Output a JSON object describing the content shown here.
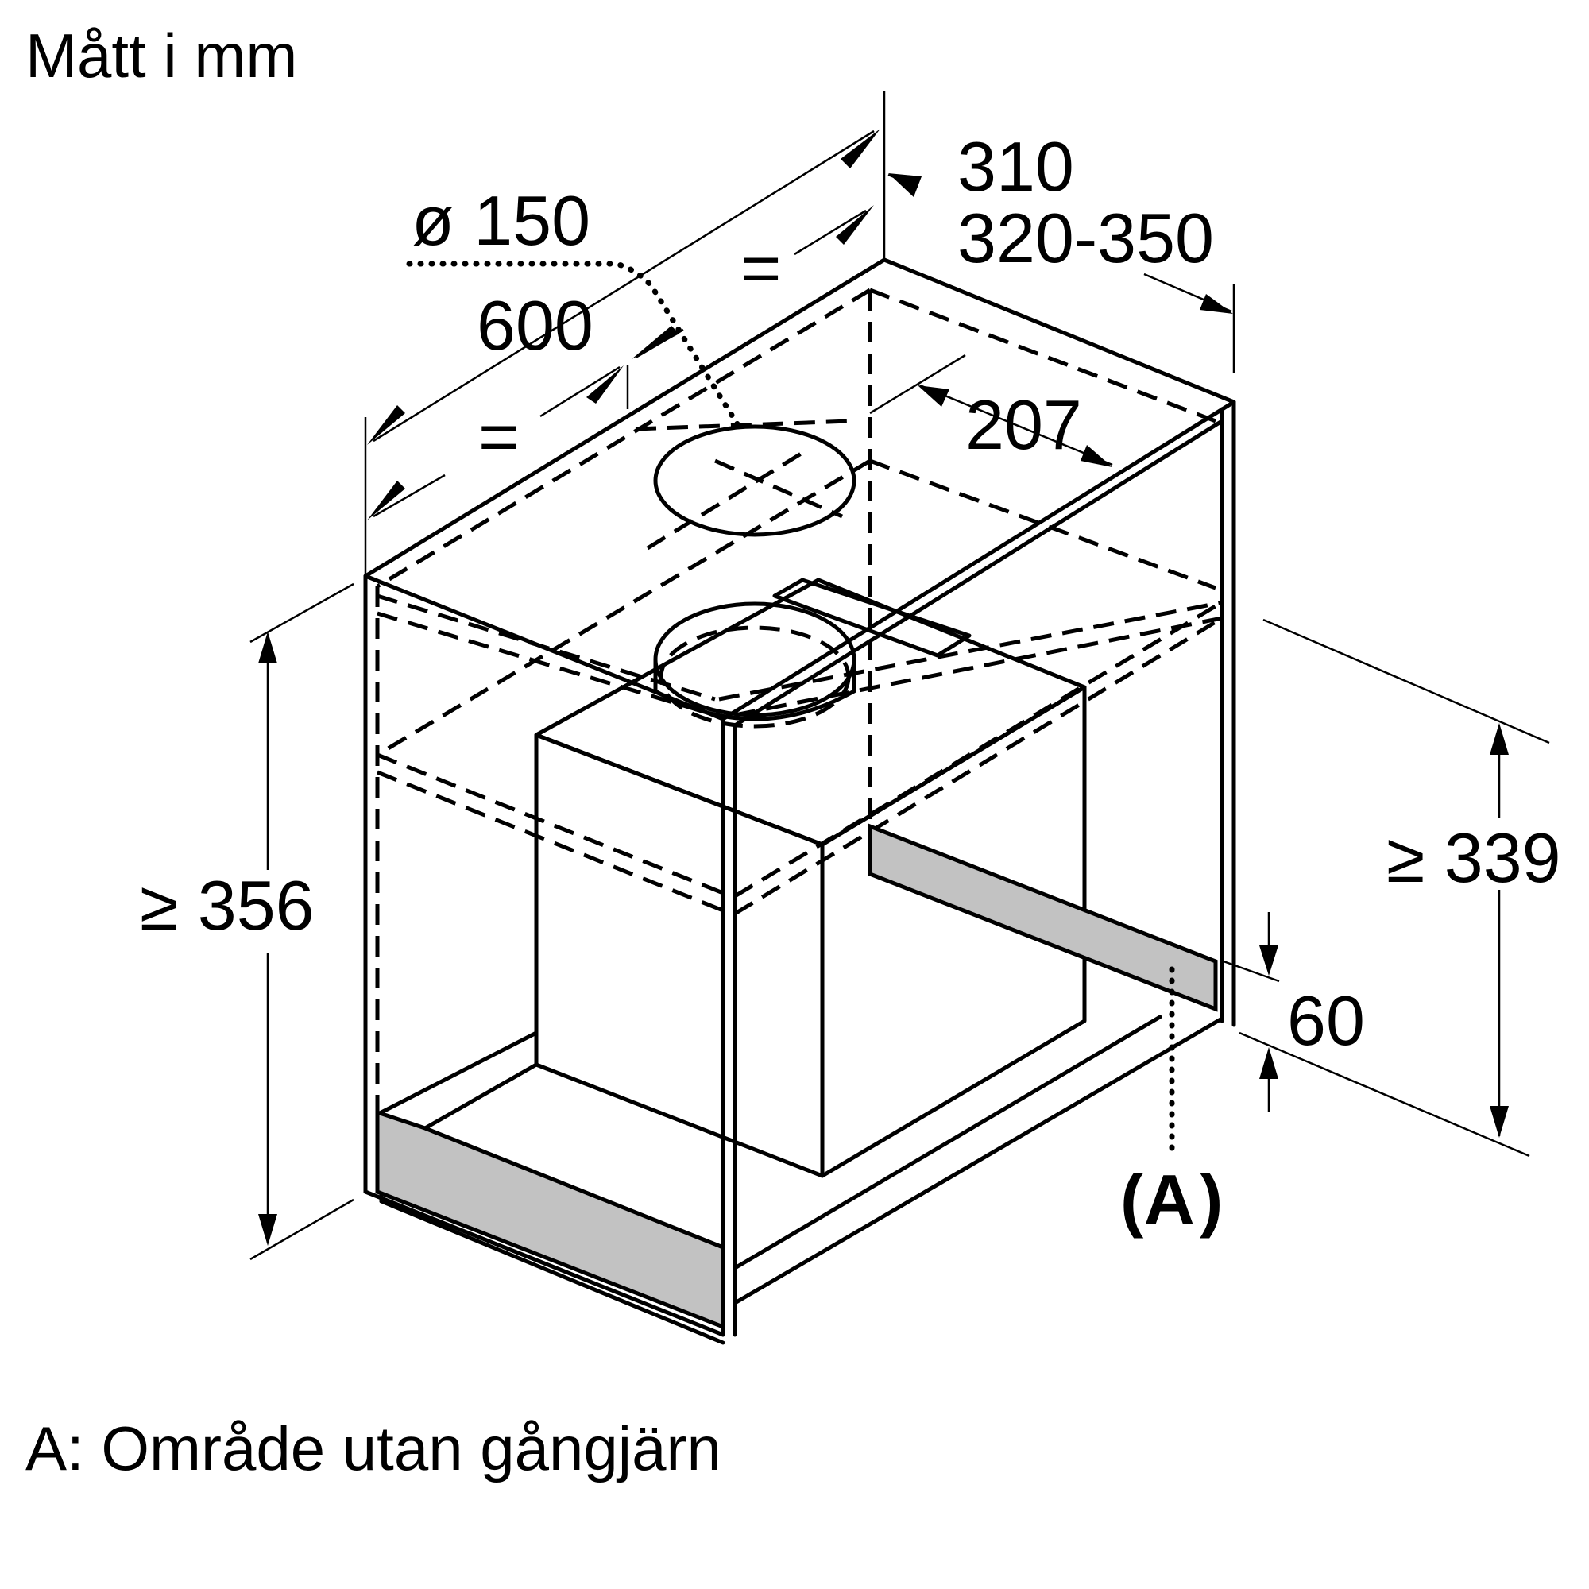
{
  "title": "Mått i mm",
  "footnote": "A: Område utan gångjärn",
  "dimensions": {
    "diameter": "ø 150",
    "width": "600",
    "equal_top": "=",
    "equal_left": "=",
    "depth_min": "310",
    "depth_range": "320-350",
    "duct_offset": "207",
    "height_left": "≥ 356",
    "height_right": "≥ 339",
    "strip_height": "60",
    "area_label": "A"
  },
  "colors": {
    "line": "#000000",
    "shaded_area": "#c2c2c2",
    "background": "#ffffff"
  }
}
